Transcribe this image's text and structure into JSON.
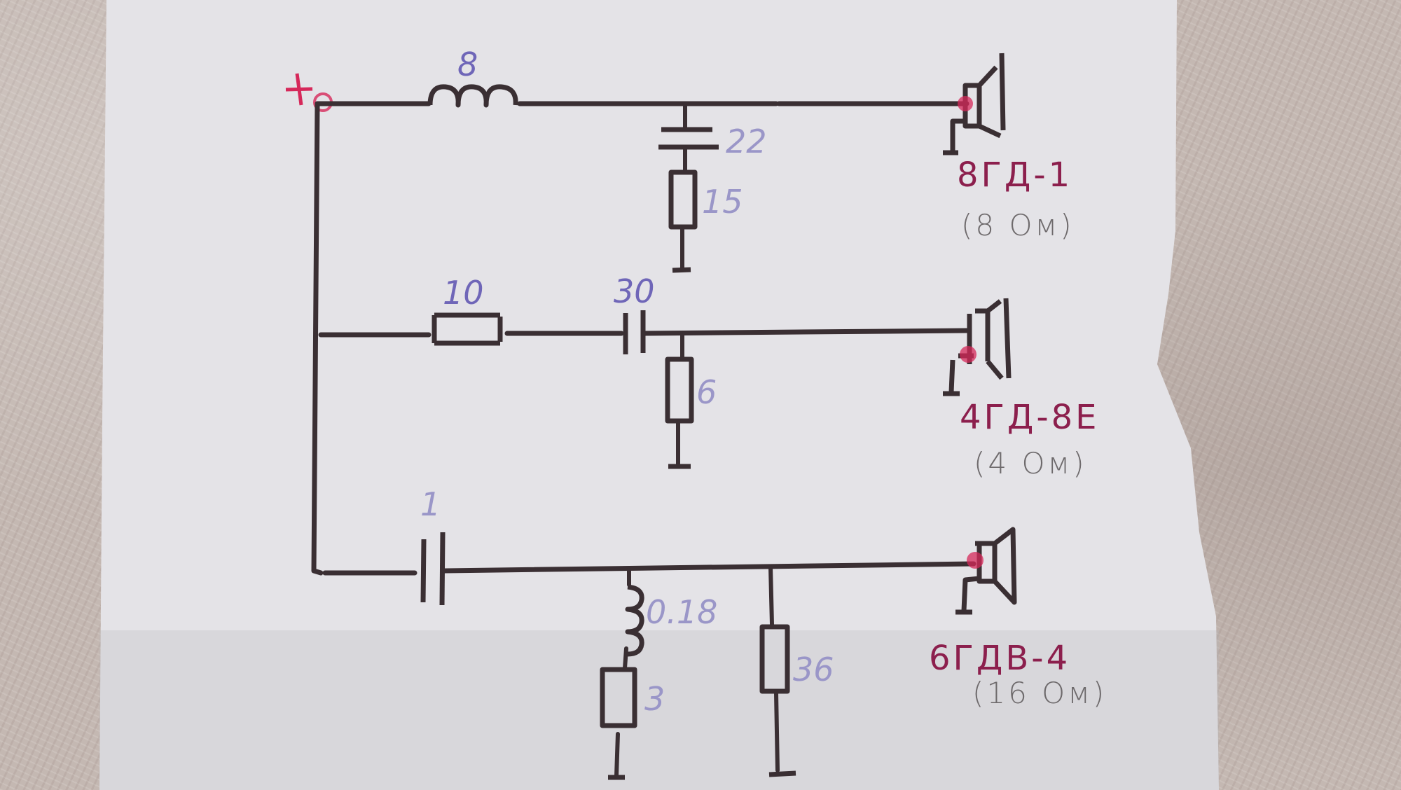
{
  "diagram": {
    "type": "crossover-network-schematic",
    "input_terminal": {
      "label": "+"
    },
    "colors": {
      "wire": "#3a2f33",
      "value_ink": "#6f66b8",
      "model_ink": "#8c1f4d",
      "impedance_ink": "#6e6a6c",
      "terminal_mark": "#d6285a",
      "paper": "#e4e3e7"
    },
    "branches": [
      {
        "id": "bass",
        "series_inductor": {
          "label": "8"
        },
        "shunt_capacitor": {
          "label": "22"
        },
        "shunt_resistor": {
          "label": "15"
        },
        "speaker": {
          "model": "8ГД-1",
          "impedance": "(8 Ом)"
        }
      },
      {
        "id": "mid",
        "series_resistor": {
          "label": "10"
        },
        "series_capacitor": {
          "label": "30"
        },
        "shunt_resistor": {
          "label": "6"
        },
        "speaker": {
          "model": "4ГД-8Е",
          "impedance": "(4 Ом)"
        }
      },
      {
        "id": "treble",
        "series_capacitor": {
          "label": "1"
        },
        "shunt_inductor": {
          "label": "0.18"
        },
        "shunt_inductor_resistor": {
          "label": "3"
        },
        "shunt_resistor": {
          "label": "36"
        },
        "speaker": {
          "model": "6ГДВ-4",
          "impedance": "(16 Ом)"
        }
      }
    ]
  }
}
